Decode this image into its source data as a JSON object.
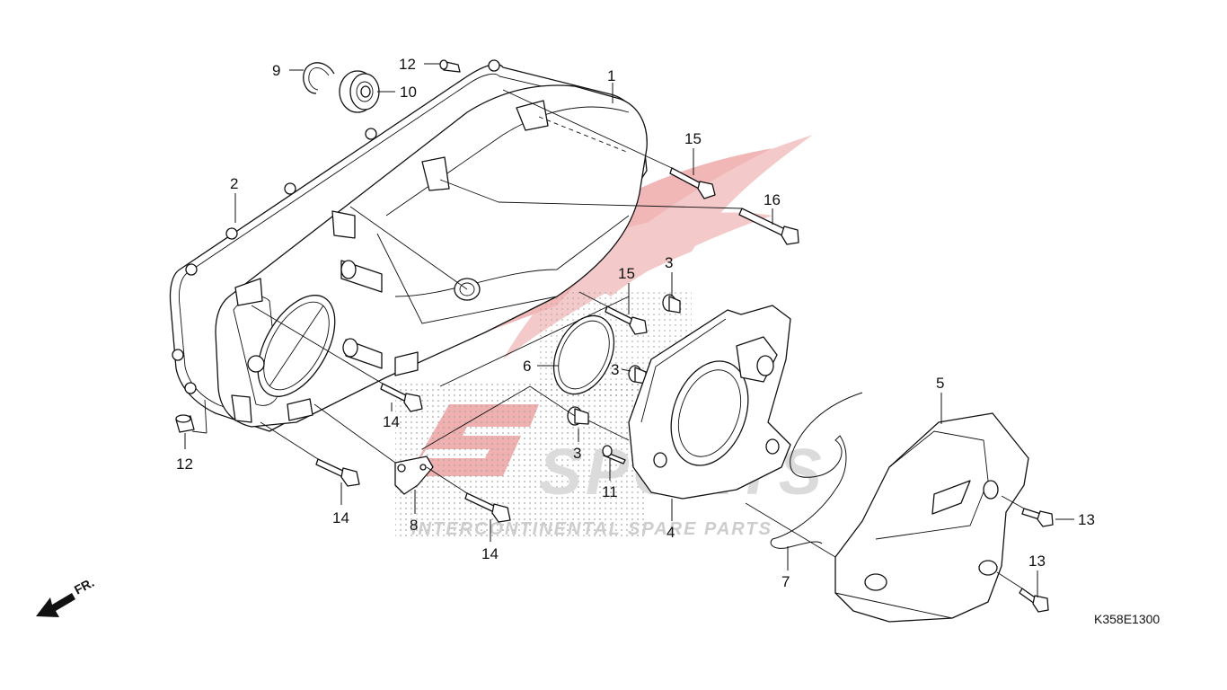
{
  "diagram": {
    "code": "K358E1300",
    "front_label": "FR.",
    "watermark": {
      "brand": "SPORTS",
      "tagline": "INTERCONTINENTAL SPARE PARTS"
    },
    "colors": {
      "lines": "#111111",
      "watermark_red": "#e35b5b",
      "watermark_gray": "#b3b3b3"
    },
    "callouts": {
      "c1": "1",
      "c2": "2",
      "c3a": "3",
      "c3b": "3",
      "c3c": "3",
      "c4": "4",
      "c5": "5",
      "c6": "6",
      "c7": "7",
      "c8": "8",
      "c9": "9",
      "c10": "10",
      "c11": "11",
      "c12a": "12",
      "c12b": "12",
      "c13a": "13",
      "c13b": "13",
      "c14a": "14",
      "c14b": "14",
      "c14c": "14",
      "c15a": "15",
      "c15b": "15",
      "c16": "16"
    }
  }
}
